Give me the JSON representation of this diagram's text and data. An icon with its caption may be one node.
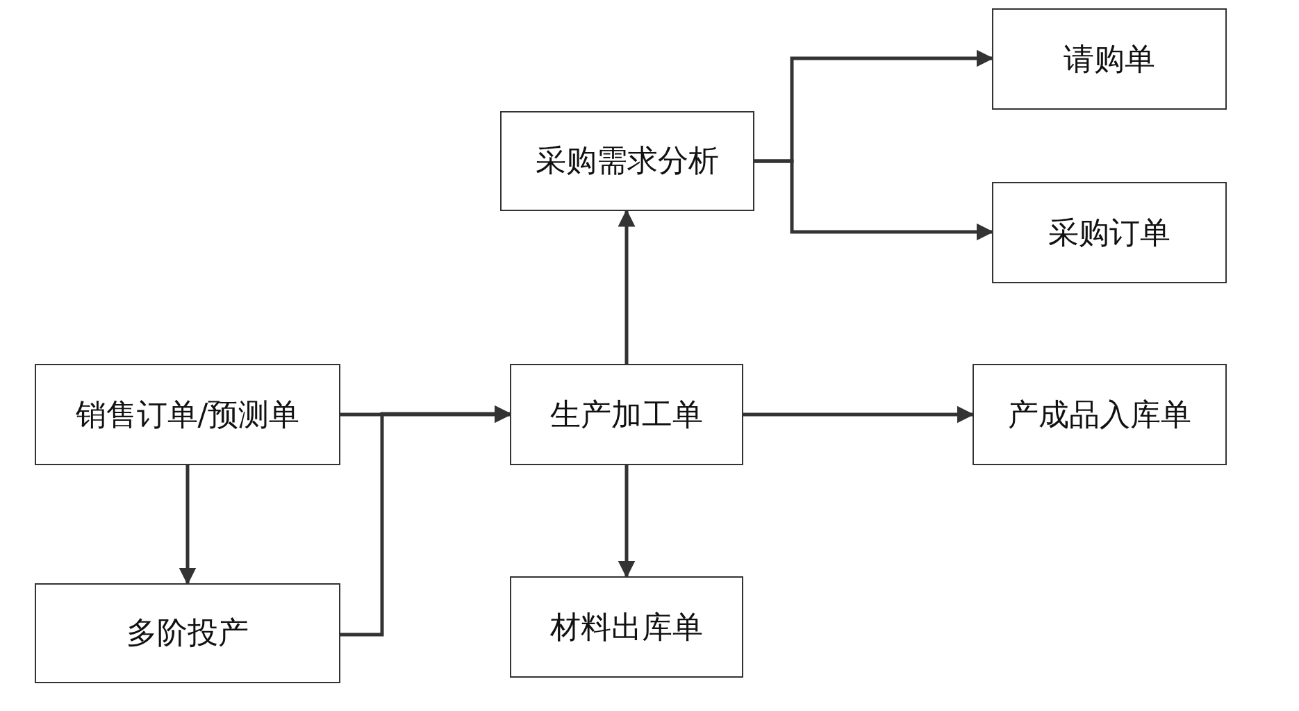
{
  "diagram": {
    "nodes": [
      {
        "text": [
          "销售订单/预测单"
        ]
      },
      {
        "text": [
          "多阶投产"
        ]
      },
      {
        "text": [
          "采购需求分析"
        ]
      },
      {
        "text": [
          "生产加工单"
        ]
      },
      {
        "text": [
          "材料出库单"
        ]
      },
      {
        "text": [
          "请购单"
        ]
      },
      {
        "text": [
          "采购订单"
        ]
      },
      {
        "text": [
          "产成品入库单"
        ]
      }
    ],
    "edges": [
      {
        "from": 0,
        "to": 3,
        "arrow": "to"
      },
      {
        "from": 1,
        "to": 3,
        "arrow": "to"
      },
      {
        "from": 0,
        "to": 1,
        "arrow": "to"
      },
      {
        "from": 3,
        "to": 2,
        "arrow": "to"
      },
      {
        "from": 3,
        "to": 4,
        "arrow": "to"
      },
      {
        "from": 3,
        "to": 7,
        "arrow": "to"
      },
      {
        "from": 2,
        "to": 5,
        "arrow": "to"
      },
      {
        "from": 2,
        "to": 6,
        "arrow": "to"
      }
    ]
  }
}
